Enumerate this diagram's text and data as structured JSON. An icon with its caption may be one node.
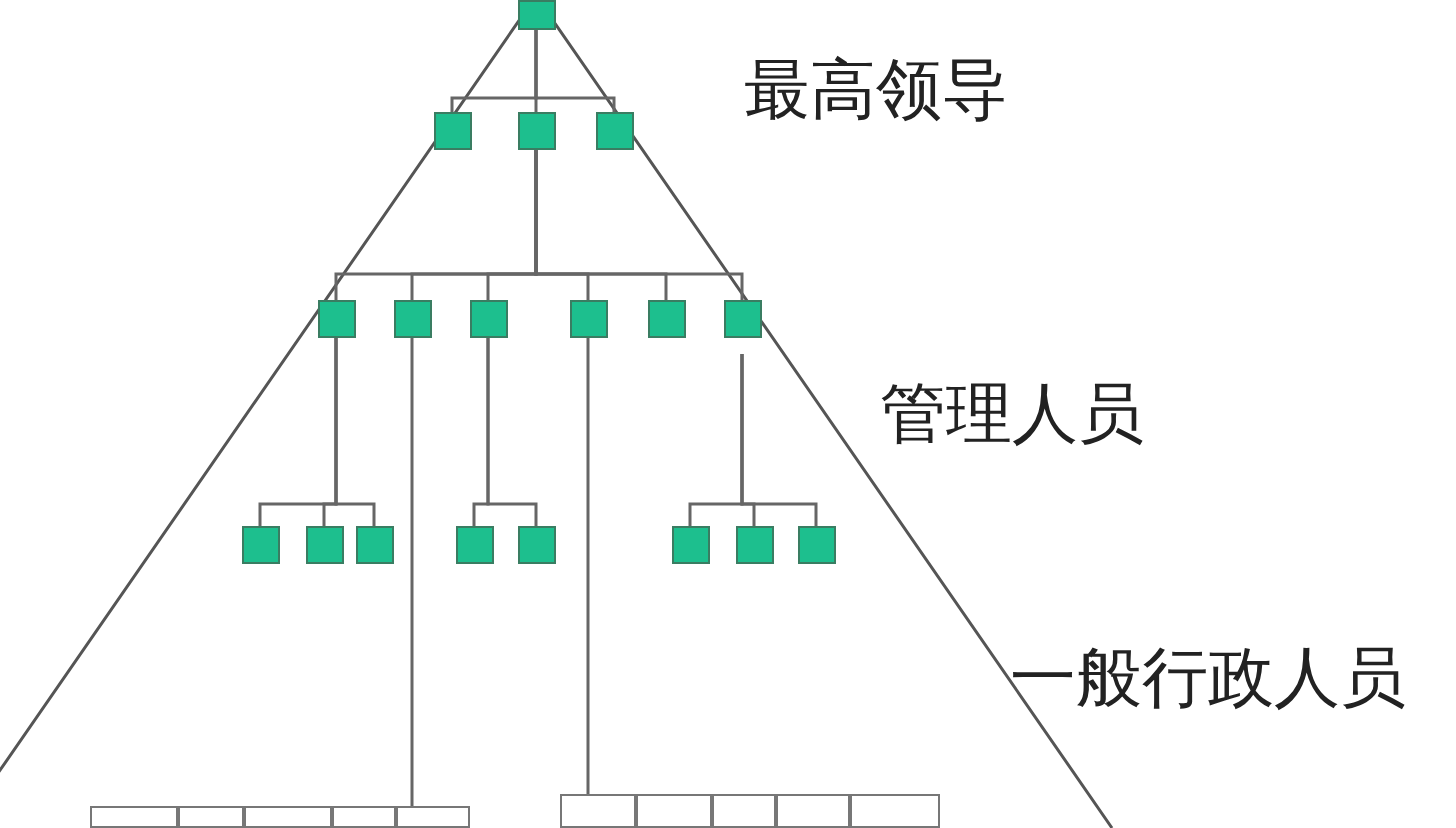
{
  "diagram": {
    "nodes": [
      {
        "text": [],
        "shape": "box"
      },
      {
        "text": [],
        "shape": "box"
      },
      {
        "text": [],
        "shape": "box"
      },
      {
        "text": [],
        "shape": "box"
      },
      {
        "text": [],
        "shape": "box"
      },
      {
        "text": [],
        "shape": "box"
      },
      {
        "text": [],
        "shape": "box"
      },
      {
        "text": [],
        "shape": "box"
      },
      {
        "text": [],
        "shape": "box"
      },
      {
        "text": [],
        "shape": "box"
      },
      {
        "text": [],
        "shape": "box"
      },
      {
        "text": [],
        "shape": "box"
      },
      {
        "text": [],
        "shape": "box"
      },
      {
        "text": [],
        "shape": "box"
      },
      {
        "text": [],
        "shape": "box"
      },
      {
        "text": [],
        "shape": "box"
      },
      {
        "text": [],
        "shape": "box"
      },
      {
        "text": [],
        "shape": "box"
      },
      {
        "text": [],
        "shape": "box"
      },
      {
        "text": [],
        "shape": "box"
      },
      {
        "text": [],
        "shape": "box"
      },
      {
        "text": [],
        "shape": "box"
      },
      {
        "text": [],
        "shape": "box"
      },
      {
        "text": [],
        "shape": "box"
      },
      {
        "text": [],
        "shape": "box"
      },
      {
        "text": [],
        "shape": "box"
      },
      {
        "text": [],
        "shape": "box"
      },
      {
        "text": [],
        "shape": "box"
      }
    ],
    "edges": [
      {
        "from": 0,
        "to": 1,
        "arrow": "none"
      },
      {
        "from": 0,
        "to": 2,
        "arrow": "none"
      },
      {
        "from": 0,
        "to": 3,
        "arrow": "none"
      },
      {
        "from": 2,
        "to": 4,
        "arrow": "none"
      },
      {
        "from": 2,
        "to": 5,
        "arrow": "none"
      },
      {
        "from": 2,
        "to": 6,
        "arrow": "none"
      },
      {
        "from": 2,
        "to": 7,
        "arrow": "none"
      },
      {
        "from": 2,
        "to": 8,
        "arrow": "none"
      },
      {
        "from": 2,
        "to": 9,
        "arrow": "none"
      },
      {
        "from": 4,
        "to": 10,
        "arrow": "none"
      },
      {
        "from": 4,
        "to": 11,
        "arrow": "none"
      },
      {
        "from": 4,
        "to": 12,
        "arrow": "none"
      },
      {
        "from": 6,
        "to": 13,
        "arrow": "none"
      },
      {
        "from": 6,
        "to": 14,
        "arrow": "none"
      },
      {
        "from": 9,
        "to": 15,
        "arrow": "none"
      },
      {
        "from": 9,
        "to": 16,
        "arrow": "none"
      },
      {
        "from": 9,
        "to": 17,
        "arrow": "none"
      },
      {
        "from": 5,
        "to": 22,
        "arrow": "none"
      },
      {
        "from": 7,
        "to": 23,
        "arrow": "none"
      }
    ],
    "labels": [
      "最高领导",
      "管理人员",
      "一般行政人员"
    ]
  }
}
